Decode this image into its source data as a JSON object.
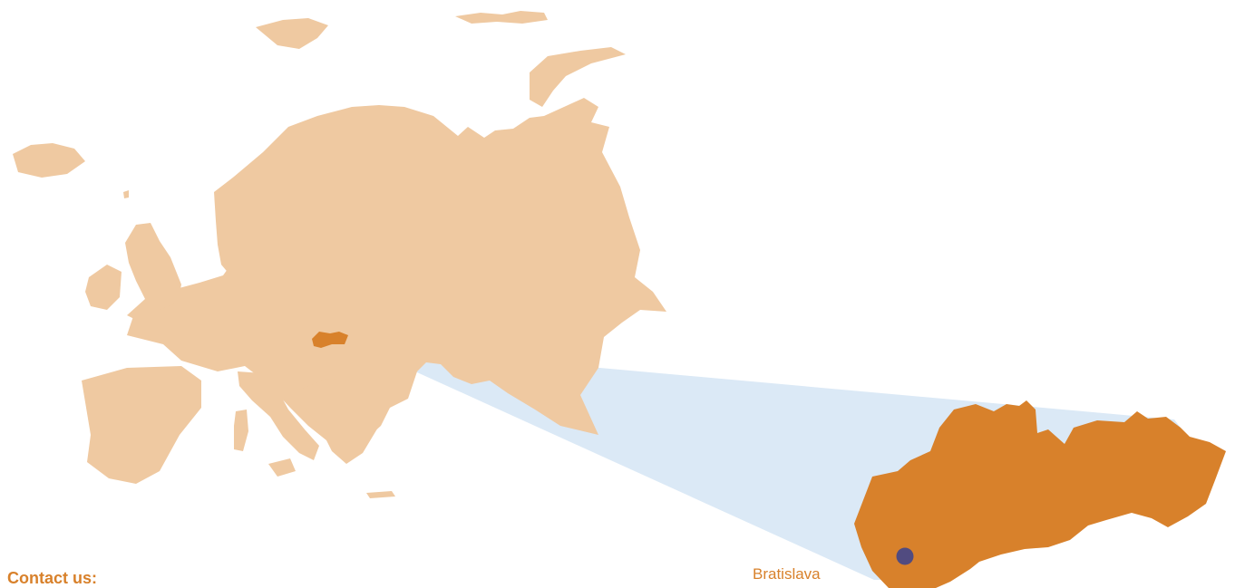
{
  "map": {
    "region_name": "Europe",
    "highlighted_country": "Slovakia",
    "city": {
      "label": "Bratislava"
    }
  },
  "contact": {
    "heading": "Contact us:"
  },
  "colors": {
    "europe_fill": "#efc9a1",
    "country_fill": "#d8812b",
    "beam_fill": "#dbe9f6",
    "marker_fill": "#514b80",
    "label_text": "#d8812b",
    "heading_text": "#d8812b"
  }
}
